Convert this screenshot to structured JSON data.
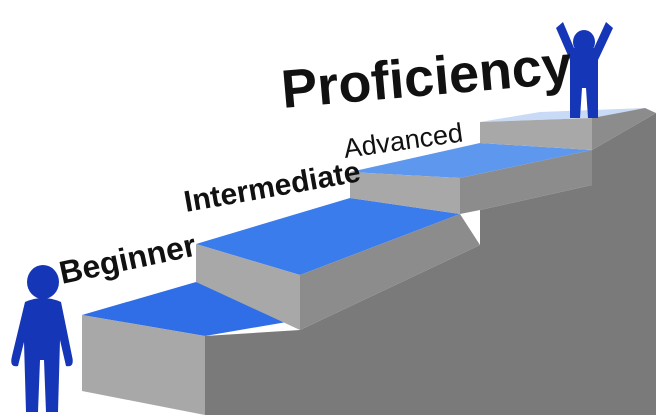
{
  "labels": {
    "beginner": "Beginner",
    "intermediate": "Intermediate",
    "advanced": "Advanced",
    "proficiency": "Proficiency"
  },
  "colors": {
    "tread_blue": "#2f6ee6",
    "tread_top_step": "#c9daf6",
    "riser_gray": "#a8a8a8",
    "side_gray": "#7a7a7a",
    "figure_blue": "#1636b8",
    "text": "#111111"
  },
  "icons": {
    "start_figure": "person-standing-icon",
    "goal_figure": "person-arms-raised-icon"
  }
}
